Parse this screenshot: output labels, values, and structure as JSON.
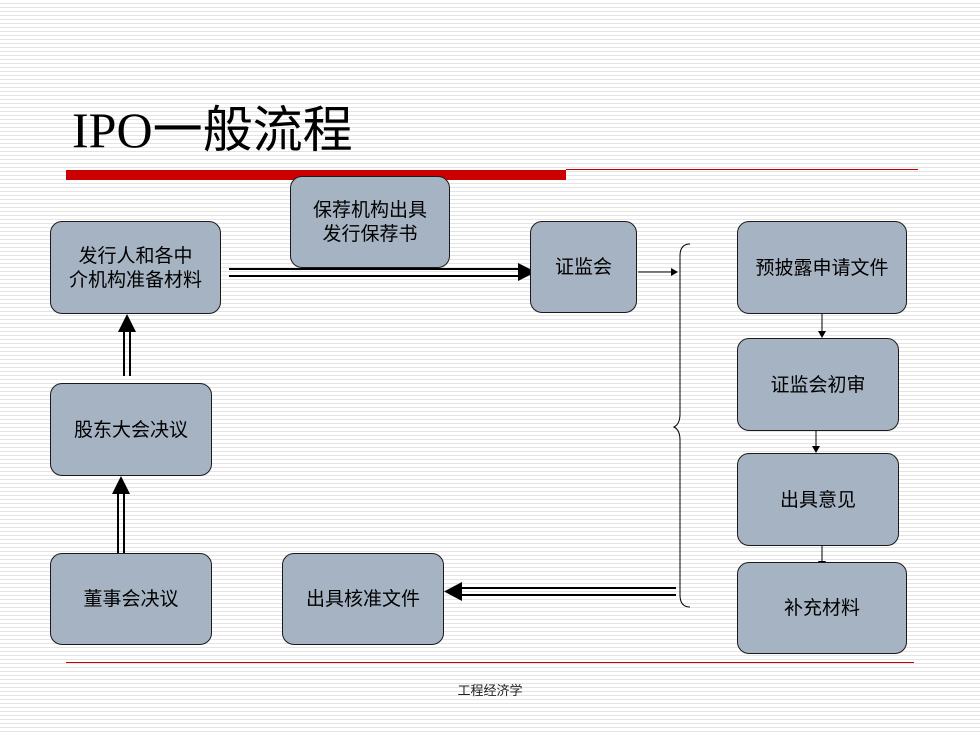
{
  "title": "IPO一般流程",
  "footer": "工程经济学",
  "nodes": {
    "issuer": "发行人和各中\n介机构准备材料",
    "sponsor": "保荐机构出具\n发行保荐书",
    "csrc": "证监会",
    "prelisting": "预披露申请文件",
    "review": "证监会初审",
    "opinion": "出具意见",
    "supplement": "补充材料",
    "shareholders": "股东大会决议",
    "board": "董事会决议",
    "approval": "出具核准文件"
  },
  "colors": {
    "box_fill": "#a6b3c2",
    "accent": "#cc0000"
  }
}
